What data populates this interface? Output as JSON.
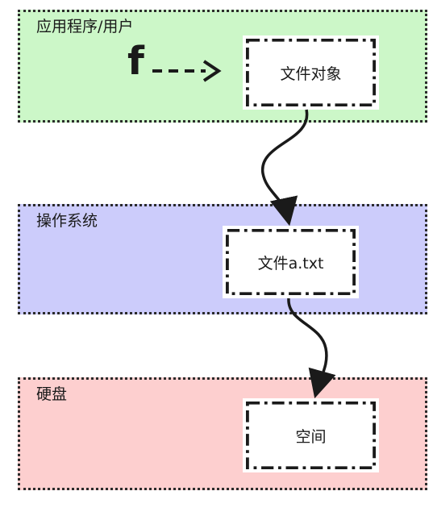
{
  "layers": {
    "app": {
      "title": "应用程序/用户",
      "color": "#ccf7c8"
    },
    "os": {
      "title": "操作系统",
      "color": "#ccccfb"
    },
    "disk": {
      "title": "硬盘",
      "color": "#fdcfcf"
    }
  },
  "boxes": {
    "file_object": "文件对象",
    "file_atxt": "文件a.txt",
    "space": "空间"
  },
  "pointer": {
    "label": "f"
  }
}
